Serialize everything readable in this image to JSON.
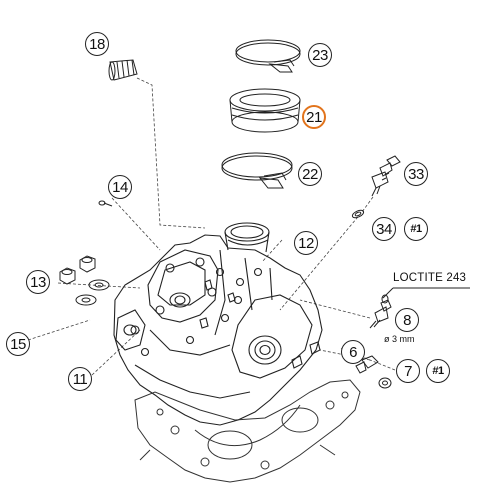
{
  "callouts": {
    "c18": "18",
    "c23": "23",
    "c21": "21",
    "c22": "22",
    "c14": "14",
    "c33": "33",
    "c34": "34",
    "c34_note": "#1",
    "c12": "12",
    "c13": "13",
    "c15": "15",
    "c8": "8",
    "c11": "11",
    "c6": "6",
    "c7": "7",
    "c7_note": "#1"
  },
  "labels": {
    "loctite": "LOCTITE 243",
    "diameter": "ø 3 mm"
  },
  "highlight_color": "#e2741c"
}
